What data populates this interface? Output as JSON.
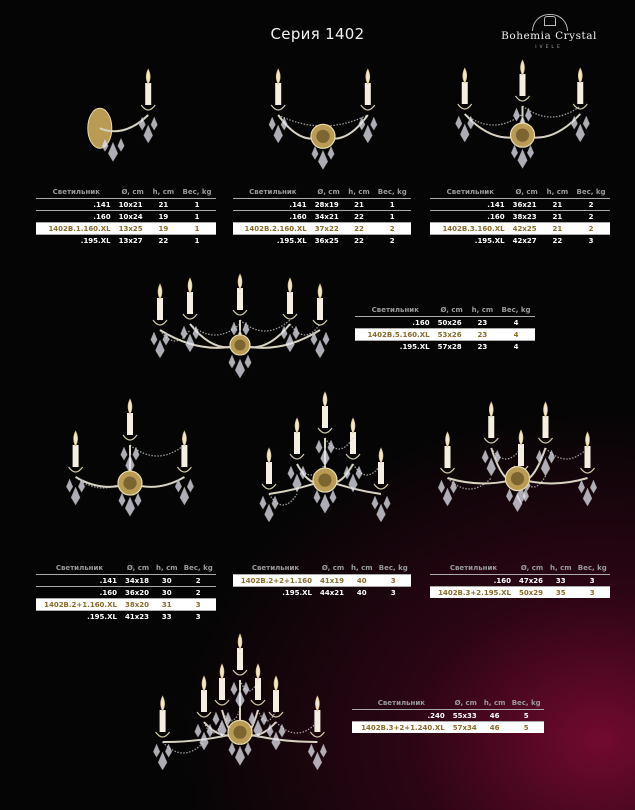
{
  "title": "Серия 1402",
  "logo": {
    "name": "Bohemia Crystal",
    "tagline": "IVELE"
  },
  "headers": [
    "Светильник",
    "Ø, cm",
    "h, cm",
    "Вес, kg"
  ],
  "tables": [
    {
      "rows": [
        [
          ".141",
          "10x21",
          "21",
          "1"
        ],
        [
          ".160",
          "10x24",
          "19",
          "1"
        ],
        [
          "1402B.1.160.XL",
          "13x25",
          "19",
          "1"
        ],
        [
          ".195.XL",
          "13x27",
          "22",
          "1"
        ]
      ],
      "highlight": 2
    },
    {
      "rows": [
        [
          ".141",
          "28x19",
          "21",
          "1"
        ],
        [
          ".160",
          "34x21",
          "22",
          "1"
        ],
        [
          "1402B.2.160.XL",
          "37x22",
          "22",
          "2"
        ],
        [
          ".195.XL",
          "36x25",
          "22",
          "2"
        ]
      ],
      "highlight": 2
    },
    {
      "rows": [
        [
          ".141",
          "36x21",
          "21",
          "2"
        ],
        [
          ".160",
          "38x23",
          "21",
          "2"
        ],
        [
          "1402B.3.160.XL",
          "42x25",
          "21",
          "2"
        ],
        [
          ".195.XL",
          "42x27",
          "22",
          "3"
        ]
      ],
      "highlight": 2
    },
    {
      "rows": [
        [
          ".160",
          "50x26",
          "23",
          "4"
        ],
        [
          "1402B.5.160.XL",
          "53x26",
          "23",
          "4"
        ],
        [
          ".195.XL",
          "57x28",
          "23",
          "4"
        ]
      ],
      "highlight": 1
    },
    {
      "rows": [
        [
          ".141",
          "34x18",
          "30",
          "2"
        ],
        [
          ".160",
          "36x20",
          "30",
          "2"
        ],
        [
          "1402B.2+1.160.XL",
          "38x20",
          "31",
          "3"
        ],
        [
          ".195.XL",
          "41x23",
          "33",
          "3"
        ]
      ],
      "highlight": 2
    },
    {
      "rows": [
        [
          "1402B.2+2+1.160",
          "41x19",
          "40",
          "3"
        ],
        [
          ".195.XL",
          "44x21",
          "40",
          "3"
        ]
      ],
      "highlight": 0
    },
    {
      "rows": [
        [
          ".160",
          "47x26",
          "33",
          "3"
        ],
        [
          "1402B.3+2.195.XL",
          "50x29",
          "35",
          "3"
        ]
      ],
      "highlight": 1
    },
    {
      "rows": [
        [
          ".240",
          "55x33",
          "46",
          "5"
        ],
        [
          "1402B.3+2+1.240.XL",
          "57x34",
          "46",
          "5"
        ]
      ],
      "highlight": 1
    }
  ]
}
